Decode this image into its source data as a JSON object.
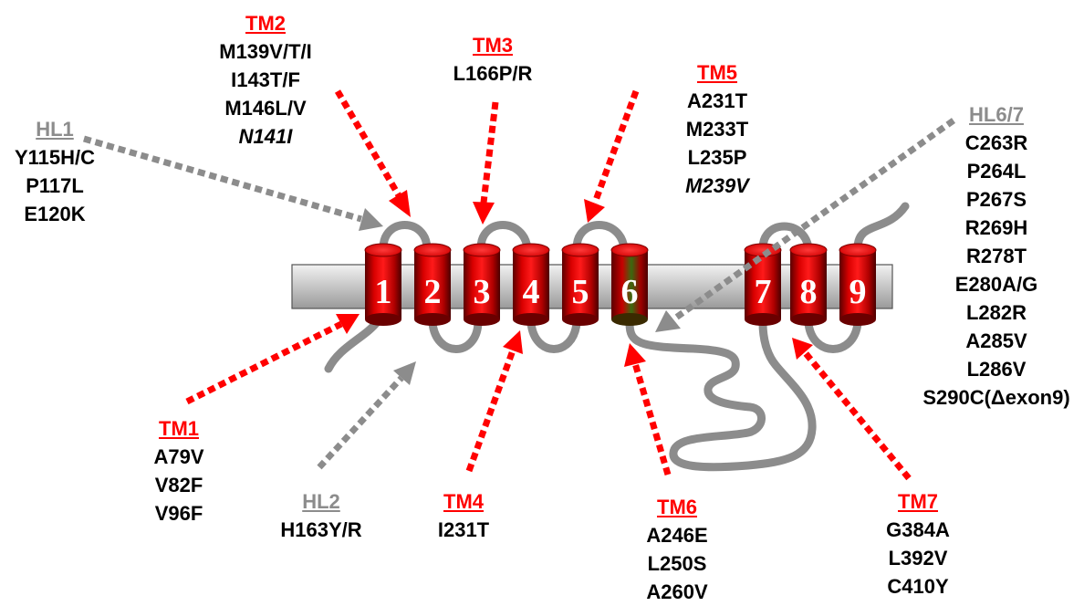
{
  "colors": {
    "tm_label": "#ff0000",
    "hl_label": "#8c8c8c",
    "helix": "#d40000",
    "membrane": "#c8c8c8",
    "loop": "#8c8c8c"
  },
  "helices": [
    "1",
    "2",
    "3",
    "4",
    "5",
    "6",
    "7",
    "8",
    "9"
  ],
  "groups": {
    "tm2": {
      "label": "TM2",
      "mutations": [
        "M139V/T/I",
        "I143T/F",
        "M146L/V",
        "N141I"
      ]
    },
    "tm3": {
      "label": "TM3",
      "mutations": [
        "L166P/R"
      ]
    },
    "tm5": {
      "label": "TM5",
      "mutations": [
        "A231T",
        "M233T",
        "L235P",
        "M239V"
      ]
    },
    "hl1": {
      "label": "HL1",
      "mutations": [
        "Y115H/C",
        "P117L",
        "E120K"
      ]
    },
    "hl67": {
      "label": "HL6/7",
      "mutations": [
        "C263R",
        "P264L",
        "P267S",
        "R269H",
        "R278T",
        "E280A/G",
        "L282R",
        "A285V",
        "L286V",
        "S290C(Δexon9)"
      ]
    },
    "tm1": {
      "label": "TM1",
      "mutations": [
        "A79V",
        "V82F",
        "V96F"
      ]
    },
    "hl2": {
      "label": "HL2",
      "mutations": [
        "H163Y/R"
      ]
    },
    "tm4": {
      "label": "TM4",
      "mutations": [
        "I231T"
      ]
    },
    "tm6": {
      "label": "TM6",
      "mutations": [
        "A246E",
        "L250S",
        "A260V"
      ]
    },
    "tm7": {
      "label": "TM7",
      "mutations": [
        "G384A",
        "L392V",
        "C410Y"
      ]
    }
  }
}
